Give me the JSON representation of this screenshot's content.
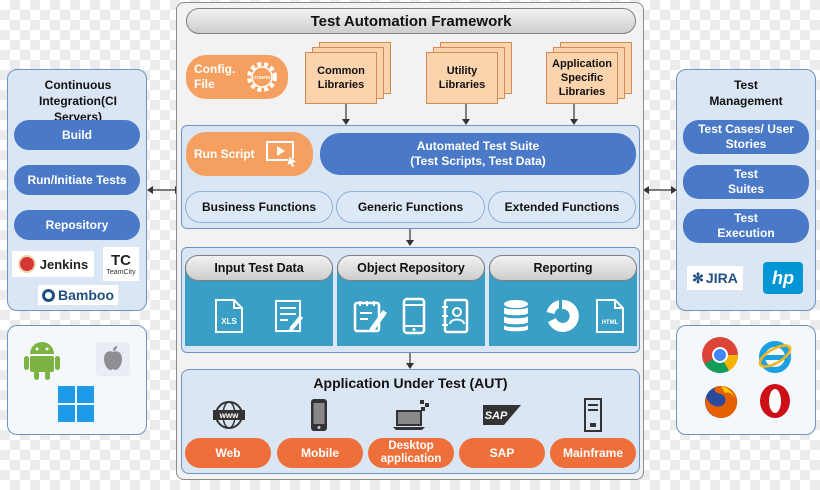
{
  "framework": {
    "title": "Test Automation Framework",
    "config_label": "Config. File",
    "config_gear_text": "CONFIG",
    "libraries": [
      "Common Libraries",
      "Utility Libraries",
      "Application Specific Libraries"
    ],
    "run_script": "Run Script",
    "suite": "Automated Test Suite (Test Scripts, Test Data)",
    "functions": [
      "Business Functions",
      "Generic Functions",
      "Extended Functions"
    ],
    "data_sections": [
      "Input Test Data",
      "Object Repository",
      "Reporting"
    ],
    "xls_text": "XLS",
    "html_text": "HTML",
    "aut_title": "Application Under Test (AUT)",
    "www_text": "www",
    "sap_text": "SAP",
    "aut_items": [
      "Web",
      "Mobile",
      "Desktop application",
      "SAP",
      "Mainframe"
    ]
  },
  "ci": {
    "title": "Continuous Integration(CI Servers)",
    "items": [
      "Build",
      "Run/Initiate Tests",
      "Repository"
    ],
    "tools": {
      "jenkins": "Jenkins",
      "teamcity": "TeamCity",
      "teamcity_mark": "TC",
      "bamboo": "Bamboo"
    }
  },
  "tm": {
    "title": "Test Management",
    "items": [
      "Test Cases/ User Stories",
      "Test Suites",
      "Test Execution"
    ],
    "tools": {
      "jira": "JIRA",
      "hp": "hp"
    }
  },
  "colors": {
    "accent_blue": "#4a7ac7",
    "orange": "#ef6f3a",
    "teal": "#3a9fc4",
    "panel_bg": "#dbe6f4"
  }
}
